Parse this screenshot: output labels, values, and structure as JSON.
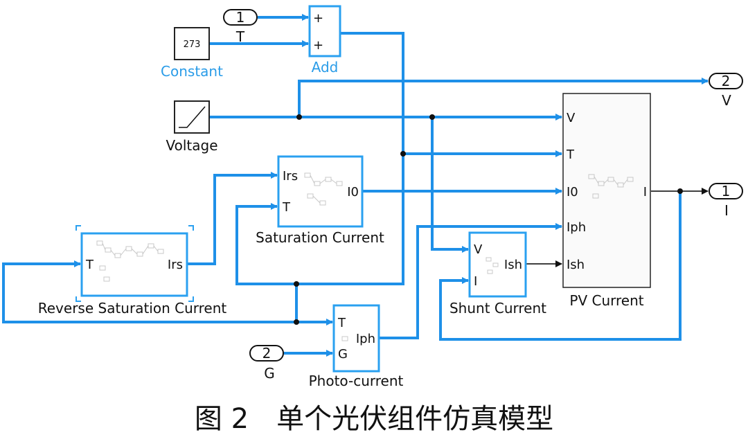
{
  "blocks": {
    "constant": {
      "value": "273",
      "name": "Constant"
    },
    "add": {
      "name": "Add",
      "in1": "+",
      "in2": "+"
    },
    "voltage": {
      "name": "Voltage"
    },
    "saturation_current": {
      "name": "Saturation Current",
      "in1": "Irs",
      "in2": "T",
      "out": "I0"
    },
    "reverse_saturation_current": {
      "name": "Reverse Saturation Current",
      "in": "T",
      "out": "Irs"
    },
    "photo_current": {
      "name": "Photo-current",
      "in1": "T",
      "in2": "G",
      "out": "Iph"
    },
    "shunt_current": {
      "name": "Shunt Current",
      "in1": "V",
      "in2": "I",
      "out": "Ish"
    },
    "pv_current": {
      "name": "PV Current",
      "in1": "V",
      "in2": "T",
      "in3": "I0",
      "in4": "Iph",
      "in5": "Ish",
      "out": "I"
    }
  },
  "ports": {
    "in_T": {
      "num": "1",
      "name": "T"
    },
    "in_G": {
      "num": "2",
      "name": "G"
    },
    "out_V": {
      "num": "2",
      "name": "V"
    },
    "out_I": {
      "num": "1",
      "name": "I"
    }
  },
  "caption": "图 2　单个光伏组件仿真模型"
}
